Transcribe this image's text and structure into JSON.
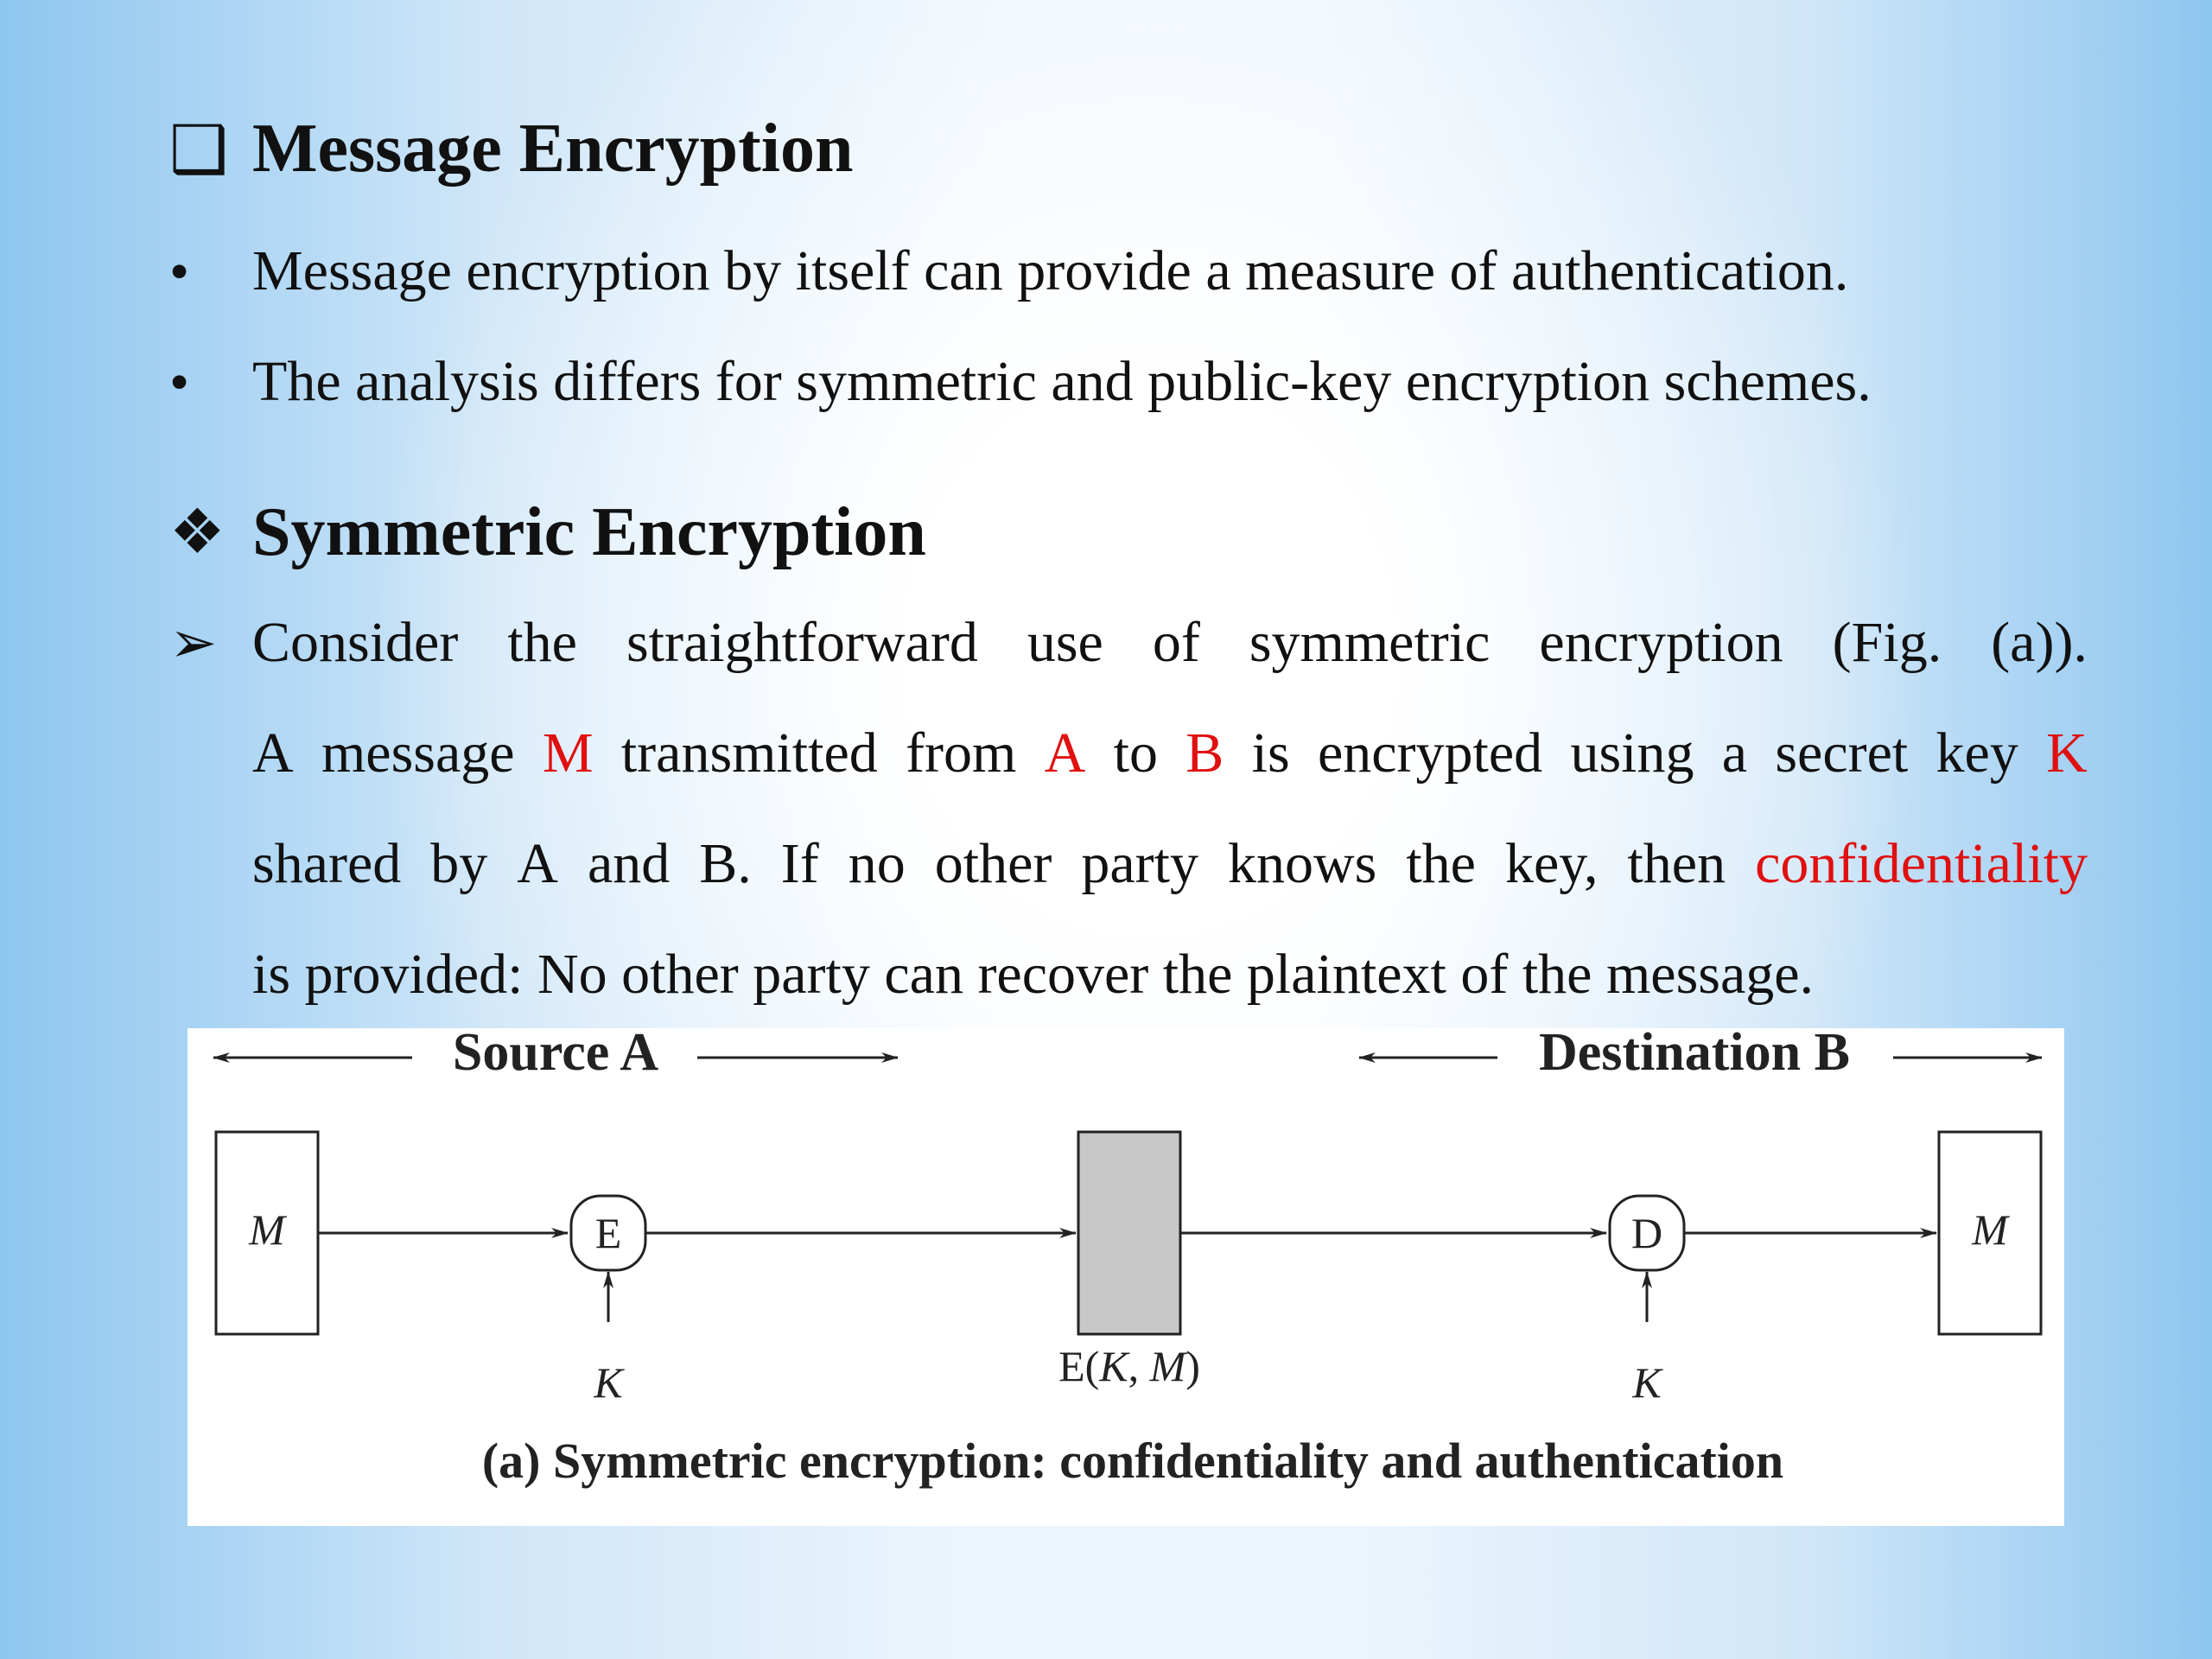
{
  "section1": {
    "marker": "❑",
    "title": "Message Encryption",
    "bullets": [
      {
        "marker": "•",
        "text": "Message encryption by itself can provide a measure of authentication."
      },
      {
        "marker": "•",
        "text": "The analysis differs for symmetric and public-key encryption schemes."
      }
    ]
  },
  "section2": {
    "marker": "❖",
    "title": "Symmetric Encryption",
    "point_marker": "➢",
    "line1_words": [
      "Consider",
      "the",
      "straightforward",
      "use",
      "of",
      "symmetric",
      "encryption",
      "(Fig.",
      "(a))."
    ],
    "line2": {
      "w1": "A",
      "w2": "message",
      "M": "M",
      "w3": "transmitted",
      "w4": "from",
      "A": "A",
      "w5": "to",
      "B": "B",
      "w6": "is",
      "w7": "encrypted",
      "w8": "using",
      "w9": "a",
      "w10": "secret",
      "w11": "key",
      "K": "K"
    },
    "line3": {
      "pre": [
        "shared",
        "by",
        "A",
        "and",
        "B.",
        "If",
        "no",
        "other",
        "party",
        "knows",
        "the",
        "key,",
        "then"
      ],
      "highlight": "confidentiality"
    },
    "line4": "is provided: No other party can recover the plaintext of the message."
  },
  "diagram": {
    "source_label": "Source A",
    "destination_label": "Destination B",
    "message_left": "M",
    "encrypt_node": "E",
    "key_left": "K",
    "ciphertext_label_prefix": "E(",
    "ciphertext_label_k": "K",
    "ciphertext_label_sep": ", ",
    "ciphertext_label_m": "M",
    "ciphertext_label_suffix": ")",
    "decrypt_node": "D",
    "key_right": "K",
    "message_right": "M",
    "caption": "(a) Symmetric encryption: confidentiality and authentication",
    "colors": {
      "ciphertext_fill": "#c8c8c8",
      "stroke": "#222222"
    }
  }
}
